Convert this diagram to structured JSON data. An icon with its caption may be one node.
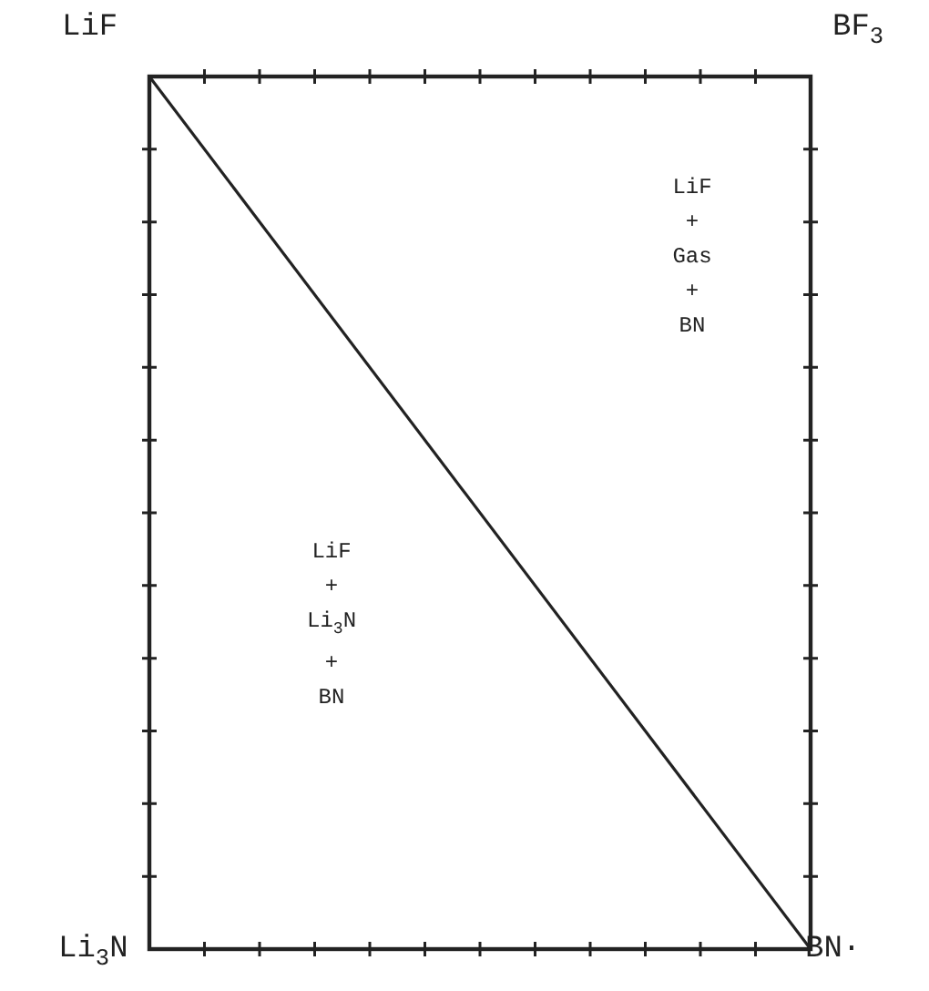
{
  "diagram": {
    "labels": [
      "LiF",
      "BF$_{3}$",
      "LiF + Gas + BN",
      "LiF + Li$_{3}$N + BN",
      "Li$_{3}$N",
      "BN·"
    ]
  }
}
